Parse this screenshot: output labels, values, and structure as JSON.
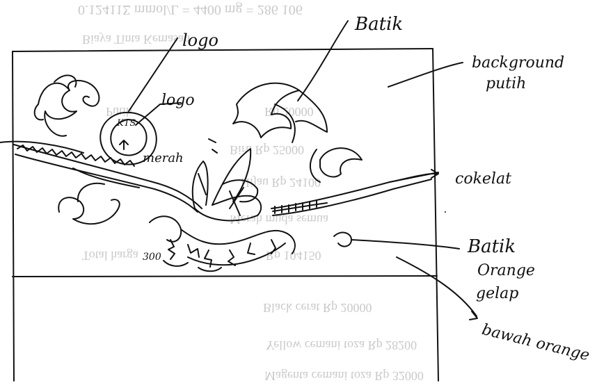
{
  "ghost_text": {
    "line1": "0.12411Σ mmol/L = 4400 mg = 286 106",
    "line2": "Biaya Tinta Kemasan",
    "line3": "Putih",
    "line4": "Rp 20000",
    "line5": "Biru Rp 25000",
    "line6": "Hijau Rp 24100",
    "line7": "Merah muda semua",
    "line8": "Total harga",
    "line9": "Rp 104150",
    "line10": "Black cerat Rp 20000",
    "line11": "Yellow cemani toza Rp 28200",
    "line12": "Magenta cemani toza Rp 32000"
  },
  "annotations": {
    "logo_top": "logo",
    "batik_top": "Batik",
    "background_line1": "background",
    "background_line2": "putih",
    "logo_mid": "logo",
    "kts": "KTS",
    "merah": "merah",
    "coklat": "cokelat",
    "batik_orange_1": "Batik",
    "batik_orange_2": "Orange",
    "batik_orange_3": "gelap",
    "bawah_orange": "bawah orange",
    "bottom_number": "300"
  },
  "colors": {
    "ink": "#111111",
    "ghost": "#c9c9c9",
    "paper": "#ffffff"
  }
}
